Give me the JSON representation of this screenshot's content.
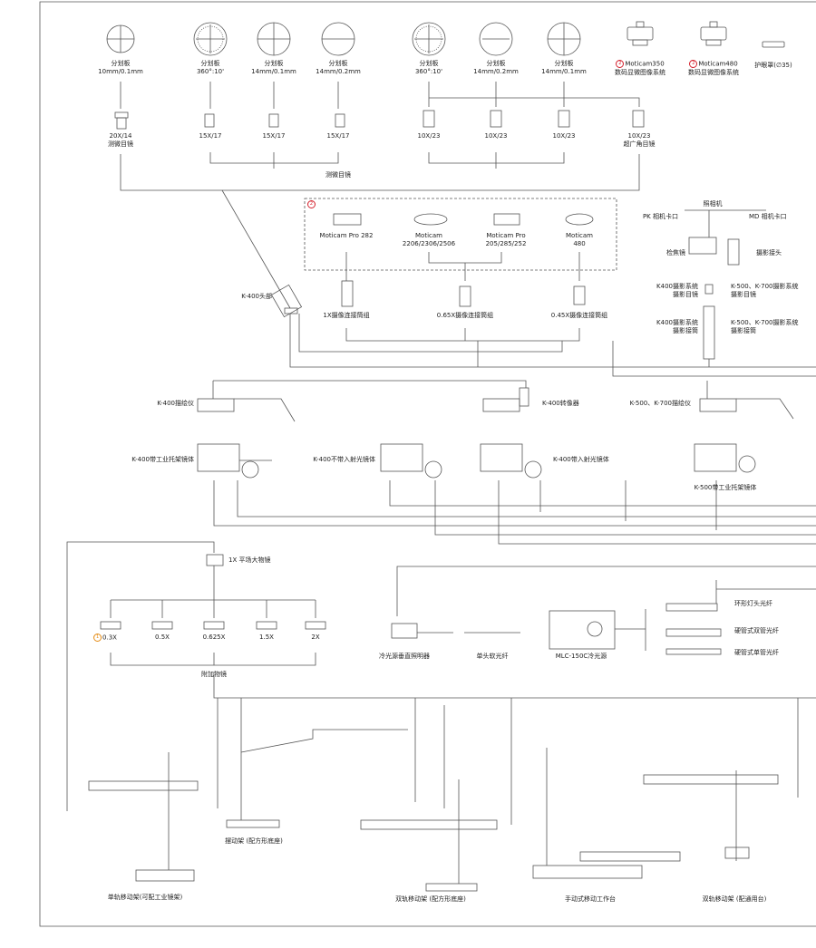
{
  "reticles_top": [
    {
      "name": "分划板",
      "spec": "10mm/0.1mm"
    },
    {
      "name": "分划板",
      "spec": "360°:10'"
    },
    {
      "name": "分划板",
      "spec": "14mm/0.1mm"
    },
    {
      "name": "分划板",
      "spec": "14mm/0.2mm"
    },
    {
      "name": "分划板",
      "spec": "360°:10'"
    },
    {
      "name": "分划板",
      "spec": "14mm/0.2mm"
    },
    {
      "name": "分划板",
      "spec": "14mm/0.1mm"
    }
  ],
  "cameras_top": [
    {
      "marker": "2",
      "name": "Moticam350",
      "sub": "数码显微图像系统"
    },
    {
      "marker": "2",
      "name": "Moticam480",
      "sub": "数码显微图像系统"
    }
  ],
  "eyeshade": "护眼罩(∅35)",
  "eyepieces": [
    {
      "line1": "20X/14",
      "line2": "测微目镜"
    },
    {
      "line1": "15X/17",
      "line2": ""
    },
    {
      "line1": "15X/17",
      "line2": ""
    },
    {
      "line1": "15X/17",
      "line2": ""
    },
    {
      "line1": "10X/23",
      "line2": ""
    },
    {
      "line1": "10X/23",
      "line2": ""
    },
    {
      "line1": "10X/23",
      "line2": ""
    },
    {
      "line1": "10X/23",
      "line2": "超广角目镜"
    }
  ],
  "micrometer_label": "测微目镜",
  "camera_box": {
    "marker": "2",
    "items": [
      {
        "line1": "Moticam Pro 282",
        "line2": ""
      },
      {
        "line1": "Moticam",
        "line2": "2206/2306/2506"
      },
      {
        "line1": "Moticam Pro",
        "line2": "205/285/252"
      },
      {
        "line1": "Moticam",
        "line2": "480"
      }
    ]
  },
  "adapters": [
    "1X摄像连接筒组",
    "0.65X摄像连接筒组",
    "0.45X摄像连接筒组"
  ],
  "photo_system": {
    "camera": "照相机",
    "pk": "PK 相机卡口",
    "md": "MD 相机卡口",
    "focus": "检焦镜",
    "photo_head": "摄影接头",
    "k400_eyepiece": [
      "K400摄影系统",
      "摄影目镜"
    ],
    "k500_eyepiece": [
      "K-500、K-700摄影系统",
      "摄影目镜"
    ],
    "k400_tube": [
      "K400摄影系统",
      "摄影接筒"
    ],
    "k500_tube": [
      "K-500、K-700摄影系统",
      "摄影接筒"
    ]
  },
  "head_label": "K-400头部",
  "drawing_k400": "K-400描绘仪",
  "rotator": "K-400转像器",
  "drawing_k500": "K-500、K-700描绘仪",
  "bodies": [
    "K-400带工业托架镜体",
    "K-400不带入射光镜体",
    "K-400带入射光镜体",
    "K-500带工业托架镜体"
  ],
  "objective_big": "1X 平场大物镜",
  "aux_objectives": {
    "marker": "1",
    "items": [
      "0.3X",
      "0.5X",
      "0.625X",
      "1.5X",
      "2X"
    ],
    "title": "附加物镜"
  },
  "illumination": {
    "vertical": "冷光源垂直照明器",
    "fiber": "单头软光纤",
    "source": "MLC-150C冷光源",
    "ring": "环形灯头光纤",
    "double": "硬管式双管光纤",
    "single": "硬管式单管光纤"
  },
  "stands": [
    "单轨移动架(可配工业镜架)",
    "摆动架 (配方形底座)",
    "双轨移动架 (配方形底座)",
    "手动式移动工作台",
    "双轨移动架 (配通用台)"
  ],
  "colors": {
    "line": "#444444",
    "text": "#222222",
    "accent": "#d4202c",
    "marker_orange": "#e48a12"
  }
}
